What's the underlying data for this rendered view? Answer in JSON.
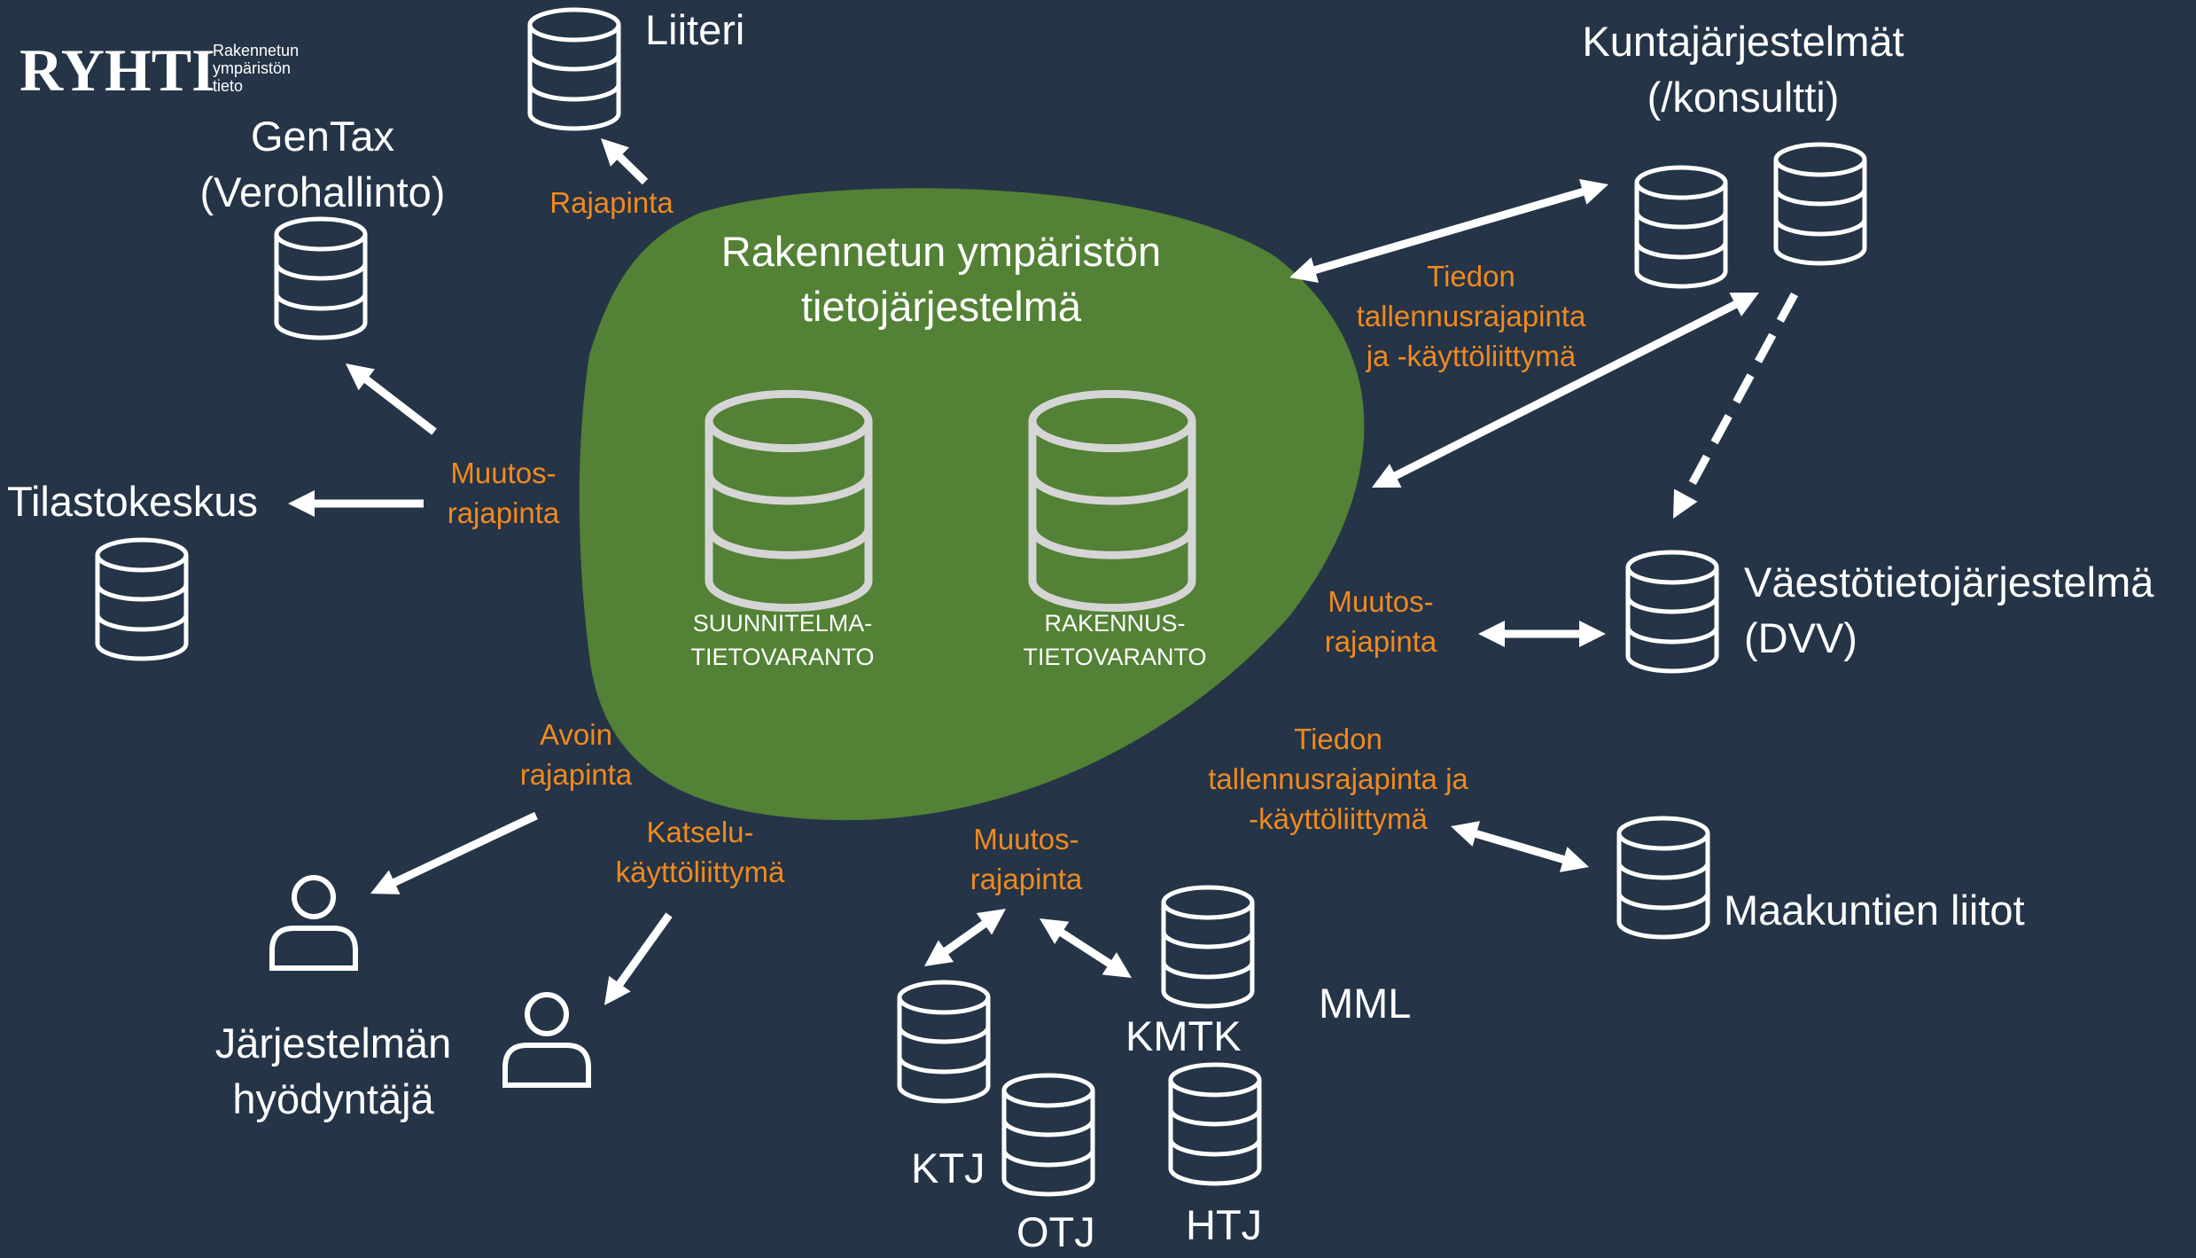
{
  "logo": {
    "wordmark": "RYHTI",
    "tagline": [
      "Rakennetun",
      "ympäristön",
      "tieto"
    ]
  },
  "center": {
    "title_lines": [
      "Rakennetun ympäristön",
      "tietojärjestelmä"
    ],
    "left_store": [
      "SUUNNITELMA-",
      "TIETOVARANTO"
    ],
    "right_store": [
      "RAKENNUS-",
      "TIETOVARANTO"
    ]
  },
  "systems": {
    "liiteri": "Liiteri",
    "gentax": [
      "GenTax",
      "(Verohallinto)"
    ],
    "tilastokeskus": "Tilastokeskus",
    "kunta": [
      "Kuntajärjestelmät",
      "(/konsultti)"
    ],
    "vaesto": [
      "Väestötietojärjestelmä",
      "(DVV)"
    ],
    "maakunta": "Maakuntien liitot",
    "mml": "MML",
    "kmtk": "KMTK",
    "ktj": "KTJ",
    "otj": "OTJ",
    "htj": "HTJ",
    "user": [
      "Järjestelmän",
      "hyödyntäjä"
    ]
  },
  "interfaces": {
    "rajapinta": "Rajapinta",
    "muutos_left": [
      "Muutos-",
      "rajapinta"
    ],
    "tiedon_top": [
      "Tiedon",
      "tallennusrajapinta",
      "ja -käyttöliittymä"
    ],
    "muutos_right": [
      "Muutos-",
      "rajapinta"
    ],
    "tiedon_bottom": [
      "Tiedon",
      "tallennusrajapinta ja",
      "-käyttöliittymä"
    ],
    "avoin": [
      "Avoin",
      "rajapinta"
    ],
    "katselu": [
      "Katselu-",
      "käyttöliittymä"
    ],
    "muutos_bottom": [
      "Muutos-",
      "rajapinta"
    ]
  },
  "colors": {
    "background": "#253447",
    "blob": "#538135",
    "accent": "#ef8a1f",
    "icon": "#ffffff"
  }
}
